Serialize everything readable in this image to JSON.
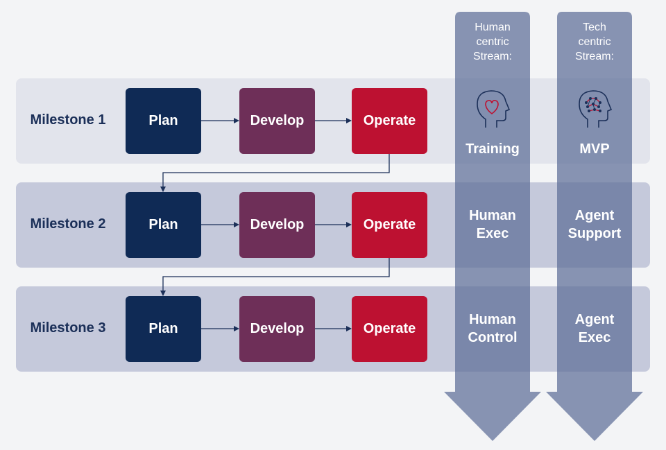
{
  "milestones": [
    {
      "label": "Milestone 1",
      "steps": [
        "Plan",
        "Develop",
        "Operate"
      ]
    },
    {
      "label": "Milestone 2",
      "steps": [
        "Plan",
        "Develop",
        "Operate"
      ]
    },
    {
      "label": "Milestone 3",
      "steps": [
        "Plan",
        "Develop",
        "Operate"
      ]
    }
  ],
  "streams": [
    {
      "title_lines": [
        "Human",
        "centric",
        "Stream:"
      ],
      "icon": "head-heart-icon",
      "cells": [
        "Training",
        "Human\nExec",
        "Human\nControl"
      ]
    },
    {
      "title_lines": [
        "Tech",
        "centric",
        "Stream:"
      ],
      "icon": "head-circuit-icon",
      "cells": [
        "MVP",
        "Agent\nSupport",
        "Agent\nExec"
      ]
    }
  ],
  "colors": {
    "plan": "#0f2a55",
    "develop": "#6e2f58",
    "operate": "#bd1131",
    "stream_arrow": "#7886a8",
    "milestone_text": "#1b2f58"
  }
}
